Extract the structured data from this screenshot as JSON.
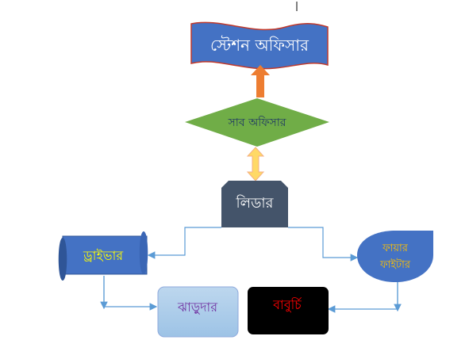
{
  "nodes": {
    "station_officer": {
      "label": "স্টেশন অফিসার",
      "fill": "#4472C4",
      "text_color": "#FFFFFF",
      "border": "#C0392B"
    },
    "sub_officer": {
      "label": "সাব অফিসার",
      "fill": "#70AD47",
      "text_color": "#1F3864"
    },
    "leader": {
      "label": "লিডার",
      "fill": "#44546A",
      "text_color": "#FFFFFF"
    },
    "driver": {
      "label": "ড্রাইভার",
      "fill": "#4472C4",
      "text_color": "#FFFF00"
    },
    "fire_fighter": {
      "label_line1": "ফায়ার",
      "label_line2": "ফাইটার",
      "fill": "#4472C4",
      "text_color": "#FFC000"
    },
    "sweeper": {
      "label": "ঝাড়ুদার",
      "fill": "#9DC3E6",
      "text_color": "#7030A0"
    },
    "cook": {
      "label": "বাবুর্চি",
      "fill": "#000000",
      "text_color": "#FF0000"
    }
  },
  "colors": {
    "connector": "#5B9BD5",
    "up_arrow": "#ED7D31",
    "double_arrow": "#FFD966"
  }
}
